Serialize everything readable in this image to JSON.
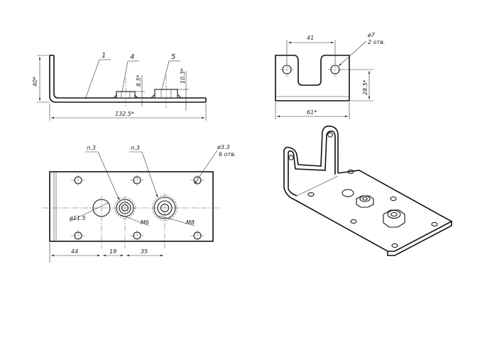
{
  "side_view": {
    "height_dim": "40*",
    "length_dim": "132.5*",
    "callout_1": "1",
    "callout_4": "4",
    "callout_5": "5",
    "nut_small_height": "8.5*",
    "nut_large_height": "10.3*"
  },
  "end_view": {
    "slot_width_dim": "41",
    "hole_dia": "ø7",
    "hole_count": "2 отв.",
    "hole_height_dim": "28.5*",
    "overall_width_dim": "61*"
  },
  "plan_view": {
    "weld_left": "п.3",
    "weld_right": "п.3",
    "small_hole_dia": "ø3.3",
    "small_hole_count": "6 отв.",
    "large_hole_dia": "ø11.5",
    "thread_small": "M6",
    "thread_large": "M8",
    "dim_44": "44",
    "dim_19": "19",
    "dim_35": "35"
  }
}
